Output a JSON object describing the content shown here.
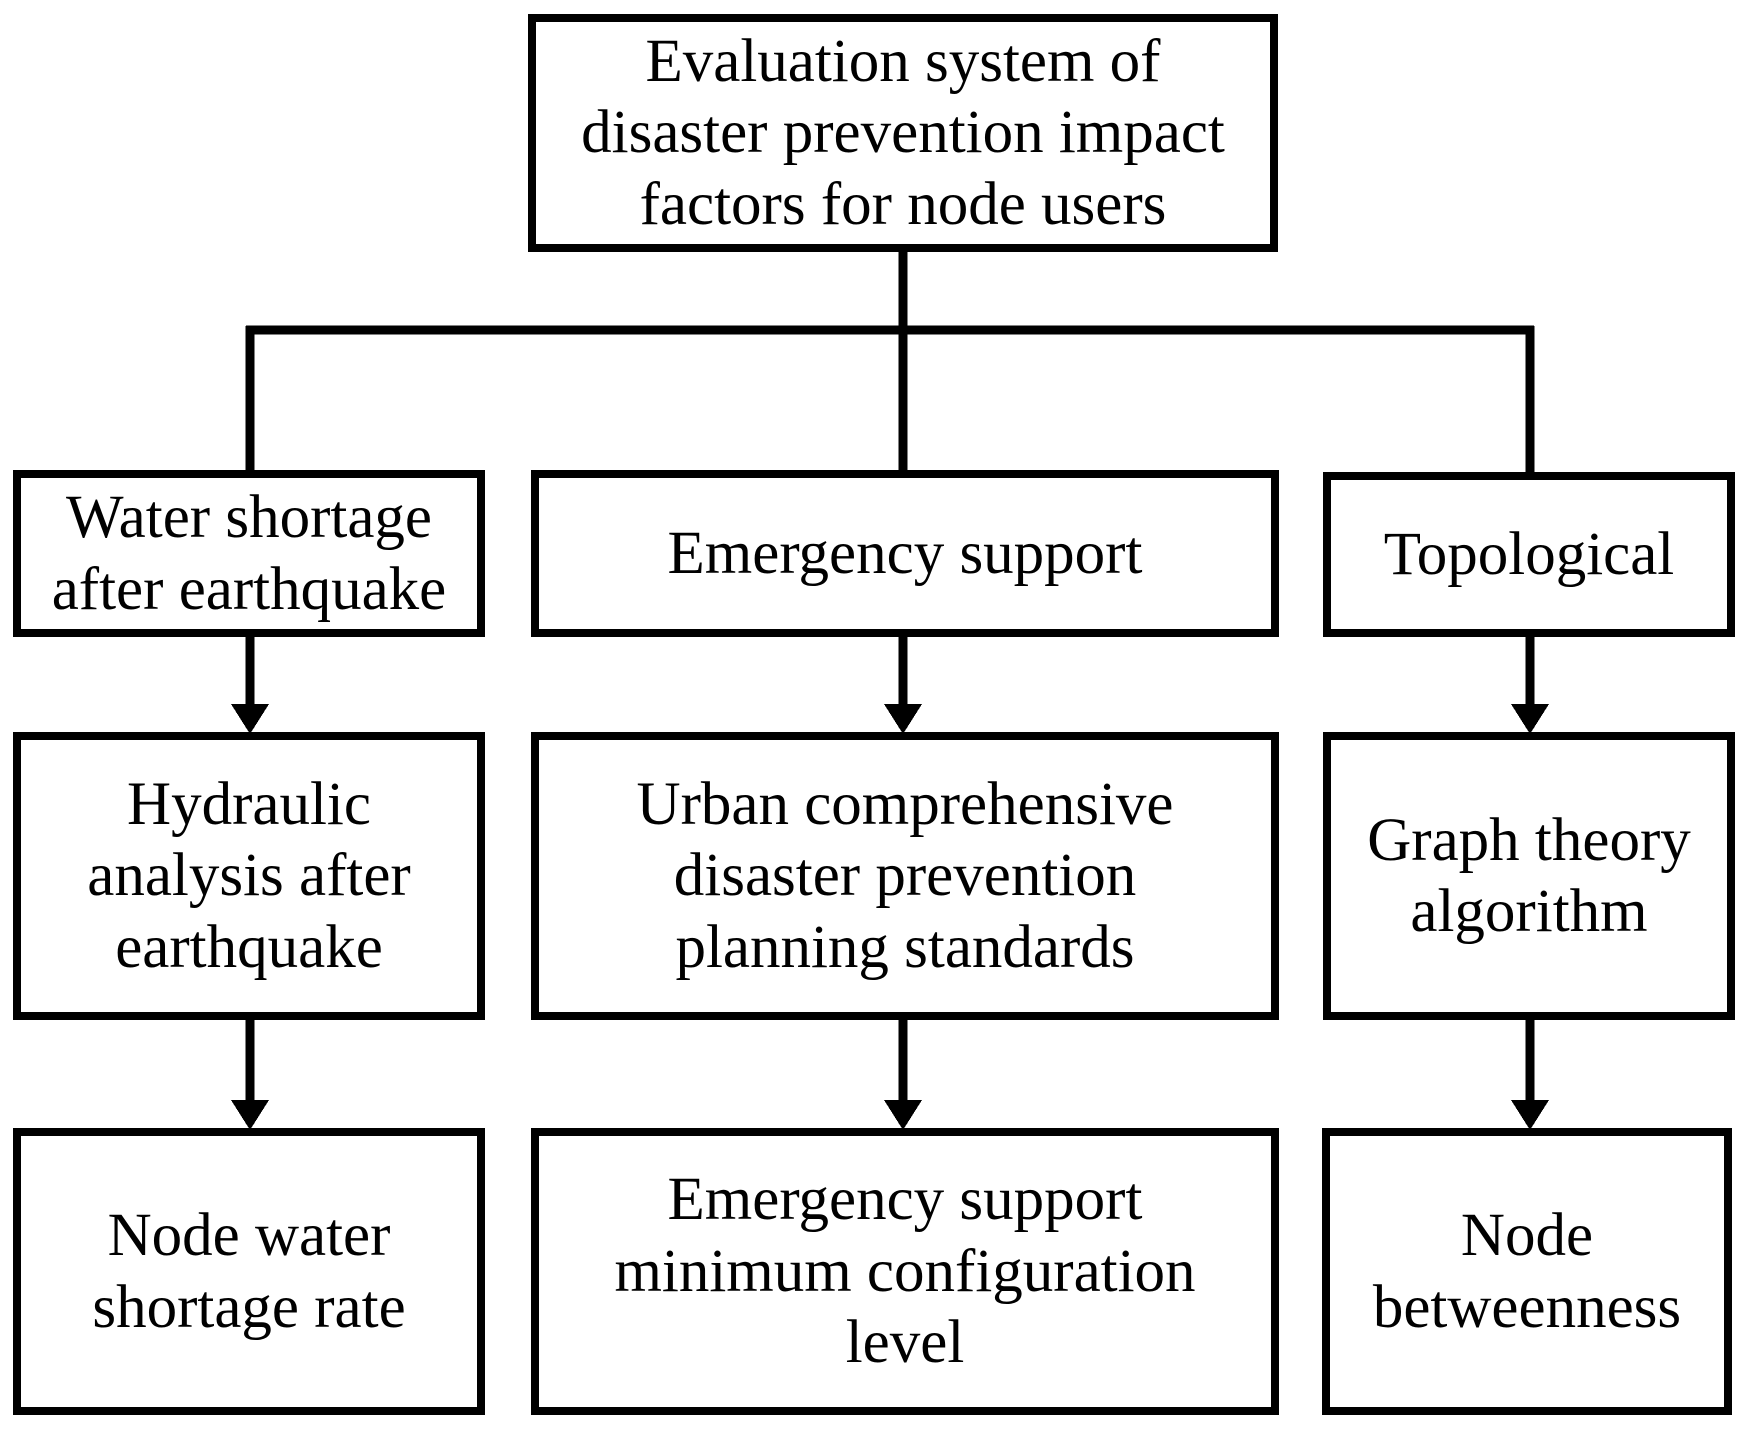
{
  "figure": {
    "type": "flowchart",
    "background": "#ffffff",
    "line_color": "#000000",
    "text_color": "#000000",
    "box_fill": "#ffffff"
  },
  "nodes": {
    "evaluation_system": {
      "lines": [
        "Evaluation system of",
        "disaster prevention impact",
        "factors for node users"
      ]
    },
    "water_shortage": {
      "lines": [
        "Water shortage",
        "after earthquake"
      ]
    },
    "emergency_support": {
      "lines": [
        "Emergency support"
      ]
    },
    "topological": {
      "lines": [
        "Topological"
      ]
    },
    "hydraulic_analysis": {
      "lines": [
        "Hydraulic",
        "analysis after",
        "earthquake"
      ]
    },
    "urban_standards": {
      "lines": [
        "Urban comprehensive",
        "disaster prevention",
        "planning standards"
      ]
    },
    "graph_theory": {
      "lines": [
        "Graph theory",
        "algorithm"
      ]
    },
    "node_water_shortage_rate": {
      "lines": [
        "Node water",
        "shortage rate"
      ]
    },
    "emergency_min_config": {
      "lines": [
        "Emergency support",
        "minimum configuration",
        "level"
      ]
    },
    "node_betweenness": {
      "lines": [
        "Node",
        "betweenness"
      ]
    }
  },
  "edges": [
    {
      "from": "evaluation_system",
      "to": "water_shortage",
      "arrowhead": false
    },
    {
      "from": "evaluation_system",
      "to": "emergency_support",
      "arrowhead": false
    },
    {
      "from": "evaluation_system",
      "to": "topological",
      "arrowhead": false
    },
    {
      "from": "water_shortage",
      "to": "hydraulic_analysis",
      "arrowhead": true
    },
    {
      "from": "emergency_support",
      "to": "urban_standards",
      "arrowhead": true
    },
    {
      "from": "topological",
      "to": "graph_theory",
      "arrowhead": true
    },
    {
      "from": "hydraulic_analysis",
      "to": "node_water_shortage_rate",
      "arrowhead": true
    },
    {
      "from": "urban_standards",
      "to": "emergency_min_config",
      "arrowhead": true
    },
    {
      "from": "graph_theory",
      "to": "node_betweenness",
      "arrowhead": true
    }
  ]
}
